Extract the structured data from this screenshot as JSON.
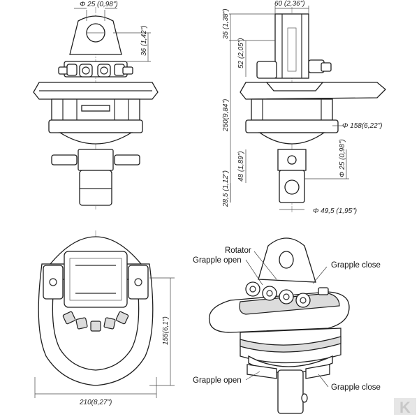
{
  "dimensions": {
    "pin_diameter": "Φ 25 (0,98\")",
    "top_width": "60 (2,36\")",
    "eye_height": "36 (1,42\")",
    "top_height": "35 (1,38\")",
    "mount_height": "52 (2,05\")",
    "overall_height": "250(9,84\")",
    "body_diameter": "Φ 158(6,22\")",
    "shaft_diameter": "Φ 25 (0,98\")",
    "shaft_length": "48 (1,89\")",
    "shaft_end": "28,5 (1,12\")",
    "bottom_diameter": "Φ 49,5 (1,95\")",
    "width_total": "210(8,27\")",
    "bow_height": "155(6,1\")"
  },
  "labels": {
    "rotator": "Rotator",
    "grapple_open_top": "Grapple open",
    "grapple_close_top": "Grapple close",
    "grapple_open_bottom": "Grapple open",
    "grapple_close_bottom": "Grapple close"
  },
  "brand": {
    "logo_text": "K"
  }
}
